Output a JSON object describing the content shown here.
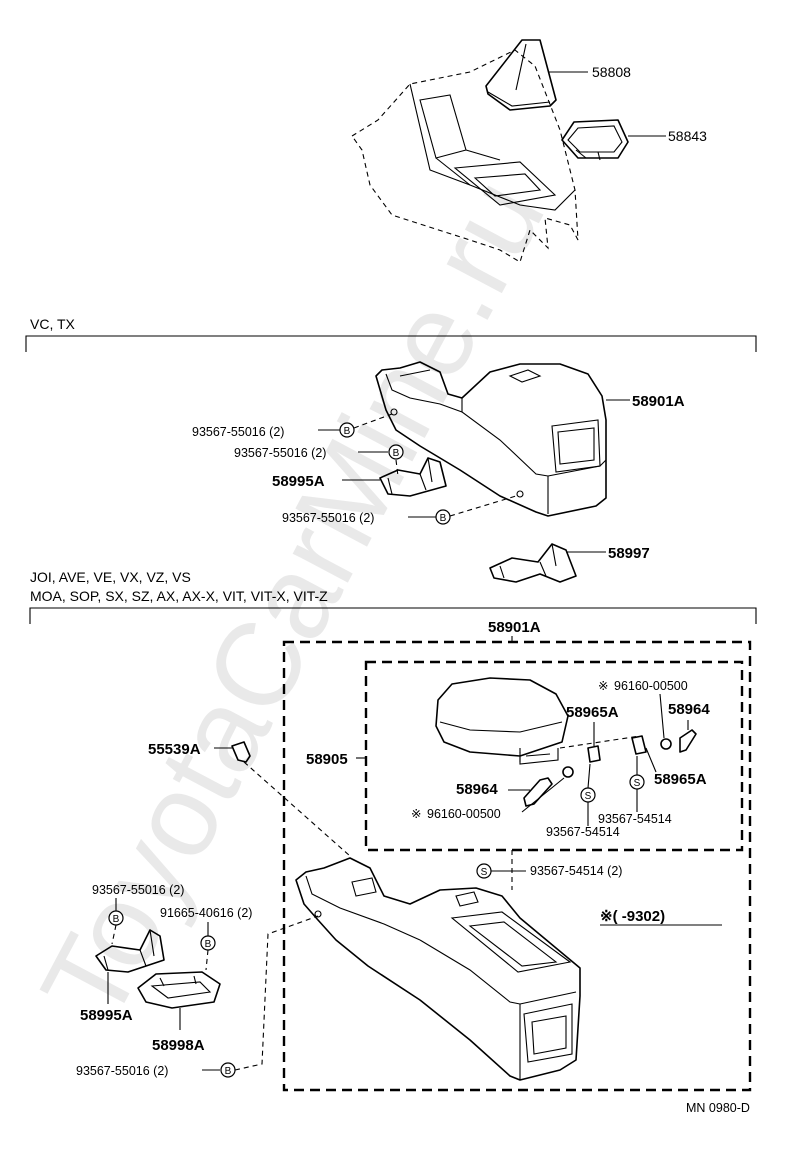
{
  "watermark": "ToyotaCarMine.ru",
  "diagram_code": "MN 0980-D",
  "sections": {
    "group1": "VC, TX",
    "group2_line1": "JOI, AVE, VE, VX, VZ, VS",
    "group2_line2": "MOA, SOP, SX, SZ, AX, AX-X, VIT, VIT-X, VIT-Z"
  },
  "parts": {
    "p58808": "58808",
    "p58843": "58843",
    "p58901A_top": "58901A",
    "p58901A_box": "58901A",
    "p58995A_top": "58995A",
    "p58997": "58997",
    "p55539A": "55539A",
    "p58905": "58905",
    "p58965A_a": "58965A",
    "p58965A_b": "58965A",
    "p58964_a": "58964",
    "p58964_b": "58964",
    "p58995A_bot": "58995A",
    "p58998A": "58998A"
  },
  "fasteners": {
    "f1": "93567-55016 (2)",
    "f2": "93567-55016 (2)",
    "f3": "93567-55016 (2)",
    "f4": "96160-00500",
    "f5": "96160-00500",
    "f6": "93567-54514",
    "f7": "93567-54514",
    "f8": "93567-54514 (2)",
    "f9": "93567-55016 (2)",
    "f10": "91665-40616 (2)",
    "f11": "93567-55016 (2)"
  },
  "symbols": {
    "note_mark": "※",
    "bolt_b": "B",
    "screw_s": "S"
  },
  "note_label": "※(      -9302)"
}
